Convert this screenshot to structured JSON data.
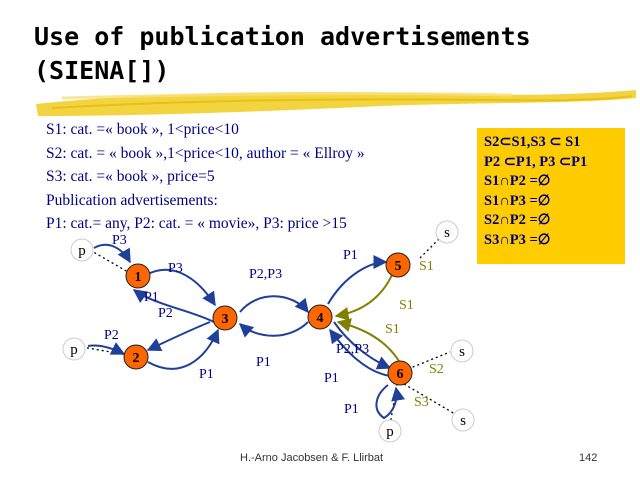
{
  "slide": {
    "title_line1": "Use of publication advertisements",
    "title_line2": "(SIENA[])",
    "footer": "H.-Arno Jacobsen & F. Llirbat",
    "page_number": "142"
  },
  "subscriptions": [
    "S1: cat. =« book », 1<price<10",
    "S2: cat. = « book »,1<price<10, author = « Ellroy »",
    "S3: cat. =« book », price=5",
    "Publication advertisements:",
    "P1: cat.= any, P2: cat. = « movie», P3: price >15"
  ],
  "relations": [
    "S2⊂S1,S3 ⊂ S1",
    "P2 ⊂P1, P3 ⊂P1",
    "S1∩P2 =∅",
    "S1∩P3 =∅",
    "S2∩P2 =∅",
    "S3∩P3 =∅"
  ],
  "nodes": {
    "n1": "1",
    "n2": "2",
    "n3": "3",
    "n4": "4",
    "n5": "5",
    "n6": "6"
  },
  "endpoints": {
    "p_top": "p",
    "p_mid": "p",
    "p_bottom": "p",
    "s_top": "s",
    "s_mid": "s",
    "s_bottom": "s"
  },
  "labels": {
    "p3_a": "P3",
    "p3_b": "P3",
    "p1_a": "P1",
    "p2_a": "P2",
    "p2_b": "P2",
    "p1_b": "P1",
    "p1_c": "P1",
    "p2p3_a": "P2,P3",
    "p1_d": "P1",
    "p2p3_b": "P2,P3",
    "p1_e": "P1",
    "p1_f": "P1",
    "s1_a": "S1",
    "s1_b": "S1",
    "s1_c": "S1",
    "s2_a": "S2",
    "s3_a": "S3"
  },
  "colors": {
    "title": "#000000",
    "text": "#000080",
    "highlight_box": "#ffcc00",
    "node_fill": "#ff6600",
    "edge_blue": "#1f3f99",
    "edge_olive": "#808000",
    "label_dark": "#000080",
    "label_olive": "#808000",
    "brush": "#f0cc1e"
  }
}
